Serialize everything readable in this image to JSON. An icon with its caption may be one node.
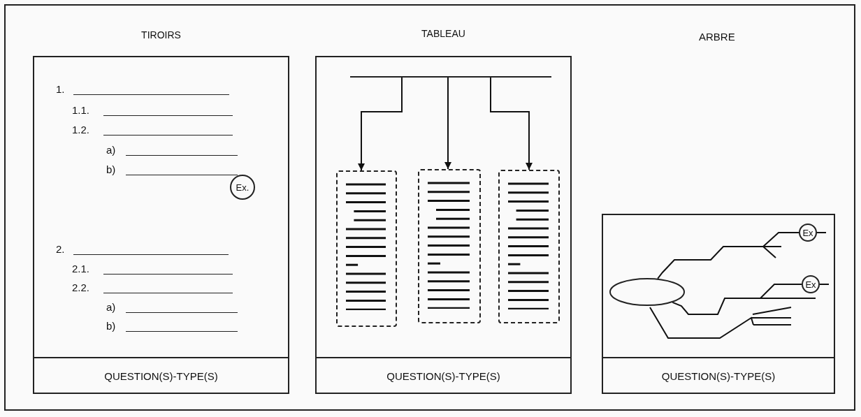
{
  "diagram": {
    "nodes": [
      {
        "text": [
          "TIROIRS"
        ]
      },
      {
        "text": [
          "QUESTION(S)-TYPE(S)"
        ],
        "in": 0
      },
      {
        "text": [
          "Ex."
        ],
        "in": 0
      },
      {
        "text": [
          "TABLEAU"
        ]
      },
      {
        "text": [
          "QUESTION(S)-TYPE(S)"
        ],
        "in": 3
      },
      {
        "text": [],
        "shape": "bar",
        "in": 3
      },
      {
        "text": [],
        "shape": "box",
        "in": 3
      },
      {
        "text": [],
        "shape": "box",
        "in": 3
      },
      {
        "text": [],
        "shape": "box",
        "in": 3
      },
      {
        "text": [],
        "shape": "box"
      },
      {
        "text": [
          "QUESTION(S)-TYPE(S)"
        ],
        "in": 9
      },
      {
        "text": [],
        "shape": "ellipse",
        "in": 9
      },
      {
        "text": [
          "Ex"
        ],
        "in": 9
      },
      {
        "text": [
          "Ex"
        ],
        "in": 9
      }
    ],
    "edges": [
      {
        "from": 5,
        "to": 6,
        "arrow": "to"
      },
      {
        "from": 5,
        "to": 7,
        "arrow": "to"
      },
      {
        "from": 5,
        "to": 8,
        "arrow": "to"
      },
      {
        "from": 11,
        "to": 12,
        "arrow": "none"
      },
      {
        "from": 11,
        "to": 13,
        "arrow": "none"
      }
    ],
    "labels": [
      "ARBRE",
      "1.",
      "1.1.",
      "1.2.",
      "a)",
      "b)",
      "2.",
      "2.1.",
      "2.2.",
      "a)",
      "b)"
    ]
  }
}
